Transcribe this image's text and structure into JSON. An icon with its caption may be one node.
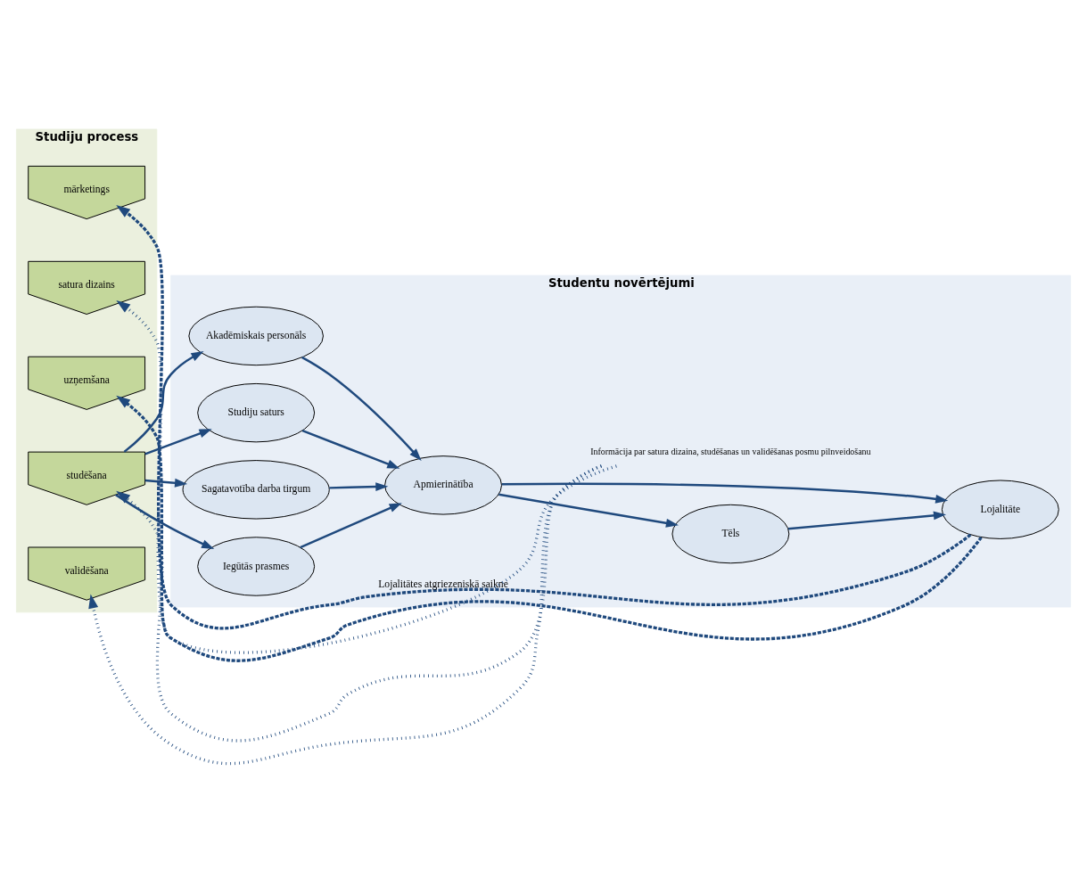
{
  "diagram": {
    "nodes": [
      {
        "text": [
          "Studiju process"
        ]
      },
      {
        "text": [
          "mārketings"
        ],
        "in": 0
      },
      {
        "text": [
          "satura dizains"
        ],
        "in": 0
      },
      {
        "text": [
          "uzņemšana"
        ],
        "in": 0
      },
      {
        "text": [
          "studēšana"
        ],
        "in": 0
      },
      {
        "text": [
          "validēšana"
        ],
        "in": 0
      },
      {
        "text": [
          "Studentu novērtējumi"
        ]
      },
      {
        "text": [
          "Akadēmiskais personāls"
        ],
        "in": 6
      },
      {
        "text": [
          "Studiju saturs"
        ],
        "in": 6
      },
      {
        "text": [
          "Sagatavotība darba tirgum"
        ],
        "in": 6
      },
      {
        "text": [
          "Iegūtās prasmes"
        ],
        "in": 6
      },
      {
        "text": [
          "Apmierinātība"
        ],
        "in": 6
      },
      {
        "text": [
          "Tēls"
        ],
        "in": 6
      },
      {
        "text": [
          "Lojalitāte"
        ],
        "in": 6
      },
      {
        "text": [
          "Informācija par satura dizaina, studēšanas un validēšanas posmu pilnveidošanu"
        ],
        "in": 6
      }
    ],
    "edges": [
      {
        "from": 4,
        "to": 7,
        "arrow": "to"
      },
      {
        "from": 4,
        "to": 8,
        "arrow": "to"
      },
      {
        "from": 4,
        "to": 9,
        "arrow": "to"
      },
      {
        "from": 4,
        "to": 10,
        "arrow": "to"
      },
      {
        "from": 7,
        "to": 11,
        "arrow": "to"
      },
      {
        "from": 8,
        "to": 11,
        "arrow": "to"
      },
      {
        "from": 9,
        "to": 11,
        "arrow": "to"
      },
      {
        "from": 10,
        "to": 11,
        "arrow": "to"
      },
      {
        "from": 11,
        "to": 12,
        "arrow": "to"
      },
      {
        "from": 11,
        "to": 13,
        "arrow": "to"
      },
      {
        "from": 12,
        "to": 13,
        "arrow": "to"
      },
      {
        "from": 13,
        "to": 1,
        "arrow": "to",
        "style": "dashed",
        "label": "Lojalitātes atgriezeniskā saikne"
      },
      {
        "from": 13,
        "to": 3,
        "arrow": "to",
        "style": "dashed"
      },
      {
        "from": 14,
        "to": 2,
        "arrow": "to",
        "style": "dashed"
      },
      {
        "from": 14,
        "to": 4,
        "arrow": "to",
        "style": "dashed"
      },
      {
        "from": 14,
        "to": 5,
        "arrow": "to",
        "style": "dashed"
      }
    ]
  }
}
